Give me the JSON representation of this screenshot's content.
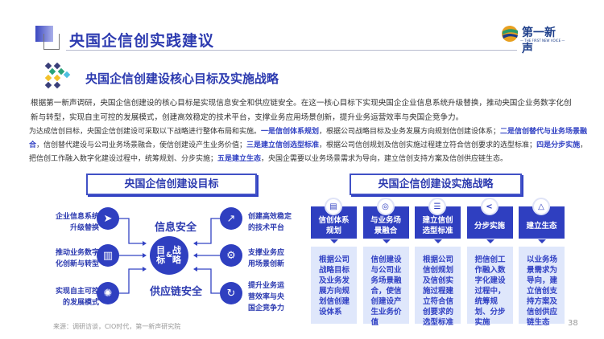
{
  "header": {
    "title": "央国企信创实践建议",
    "logo_text": "第一新声",
    "logo_sub": "— THE FIRST NEW VOICE —"
  },
  "section_title": "央国企信创建设核心目标及实施战略",
  "paragraph1": "根据第一新声调研，央国企信创建设的核心目标是实现信息安全和供应链安全。在这一核心目标下实现央国企企业信息系统升级替换，推动央国企业务数字化创新与转型，实现自主可控的发展模式，创建高效稳定的技术平台，支撑业务应用场景创新，提升业务运营效率与央国企竞争力。",
  "paragraph2": [
    {
      "t": "为达成信创目标，央国企信创建设可采取以下战略进行整体布局和实施。",
      "h": false
    },
    {
      "t": "一是信创体系规划",
      "h": true
    },
    {
      "t": "，根据公司战略目标及业务发展方向规划信创建设体系；",
      "h": false
    },
    {
      "t": "二是信创替代与业务场景融合",
      "h": true
    },
    {
      "t": "，信创替代建设与公司业务场景融合，使信创建设产生业务价值；",
      "h": false
    },
    {
      "t": "三是建立信创选型标准",
      "h": true
    },
    {
      "t": "，根据公司信创规划及信创实施过程建立符合信创要求的选型标准；",
      "h": false
    },
    {
      "t": "四是分步实施",
      "h": true
    },
    {
      "t": "，把信创工作融入数字化建设过程中，统筹规划、分步实施；",
      "h": false
    },
    {
      "t": "五是建立生态",
      "h": true
    },
    {
      "t": "，央国企需要以业务场景需求为导向，建立信创支持方案及信创供应链生态。",
      "h": false
    }
  ],
  "goals": {
    "title": "央国企信创建设目标",
    "top_label": "信息安全",
    "bottom_label": "供应链安全",
    "center": {
      "left": "目标",
      "amp": "&",
      "right": "战略"
    },
    "left_items": [
      {
        "text": "企业信息系统升级替换",
        "icon": "paper-plane-icon"
      },
      {
        "text": "推动业务数字化创新与转型",
        "icon": "bar-chart-icon"
      },
      {
        "text": "实现自主可控的发展模式",
        "icon": "lightbulb-icon"
      }
    ],
    "right_items": [
      {
        "text": "创建高效稳定的技术平台",
        "icon": "growth-chart-icon"
      },
      {
        "text": "支撑业务应用场景创新",
        "icon": "head-gear-icon"
      },
      {
        "text": "提升业务运营效率与央国企竞争力",
        "icon": "cycle-icon"
      }
    ]
  },
  "strategy": {
    "title": "央国企信创建设实施战略",
    "cards": [
      {
        "head": "信创体系规划",
        "body": "根据公司战略目标及业务发展方向规划信创建设体系",
        "icon": "clipboard-icon",
        "glyph": "▤"
      },
      {
        "head": "与业务场景融合",
        "body": "信创建设与公司业务场景融合，使信创建设产生业务价值",
        "icon": "target-icon",
        "glyph": "◎"
      },
      {
        "head": "建立信创选型标准",
        "body": "根据公司信创规划及信创实施过程建立符合信创要求的选型标准",
        "icon": "list-icon",
        "glyph": "☰"
      },
      {
        "head": "分步实施",
        "body": "把信创工作融入数字化建设过程中，统筹规划、分步实施",
        "icon": "share-icon",
        "glyph": "<"
      },
      {
        "head": "建立生态",
        "body": "以业务场景需求为导向，建立信创支持方案及信创供应链生态",
        "icon": "triangle-icon",
        "glyph": "△"
      }
    ]
  },
  "source": "来源：调研访谈，CIO时代，第一新声研究院",
  "page_number": "38"
}
